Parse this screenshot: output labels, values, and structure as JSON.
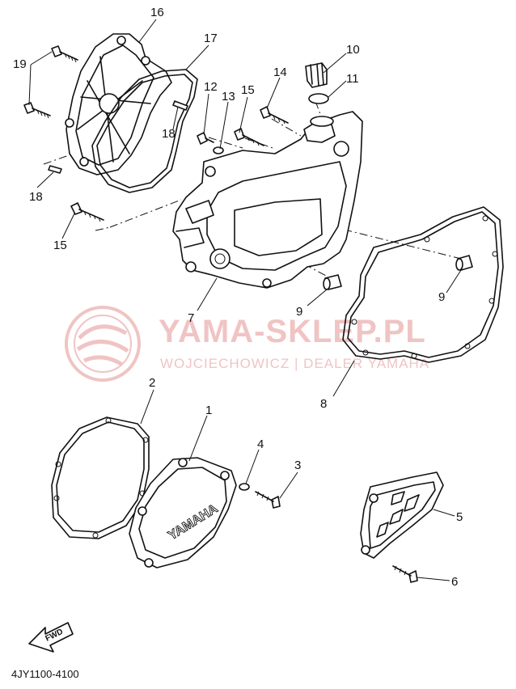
{
  "watermark": {
    "title": "YAMA-SKLEP.PL",
    "subtitle": "WOJCIECHOWICZ | DEALER YAMAHA",
    "color": "#f0c4c4"
  },
  "cover_logo": "YAMAHA",
  "fwd_label": "FWD",
  "diagram_code": "4JY1100-4100",
  "callouts": {
    "c1": "1",
    "c2": "2",
    "c3": "3",
    "c4": "4",
    "c5": "5",
    "c6": "6",
    "c7": "7",
    "c8": "8",
    "c9a": "9",
    "c9b": "9",
    "c10": "10",
    "c11": "11",
    "c12": "12",
    "c13": "13",
    "c14": "14",
    "c15a": "15",
    "c15b": "15",
    "c16": "16",
    "c17": "17",
    "c18a": "18",
    "c18b": "18",
    "c19": "19"
  }
}
